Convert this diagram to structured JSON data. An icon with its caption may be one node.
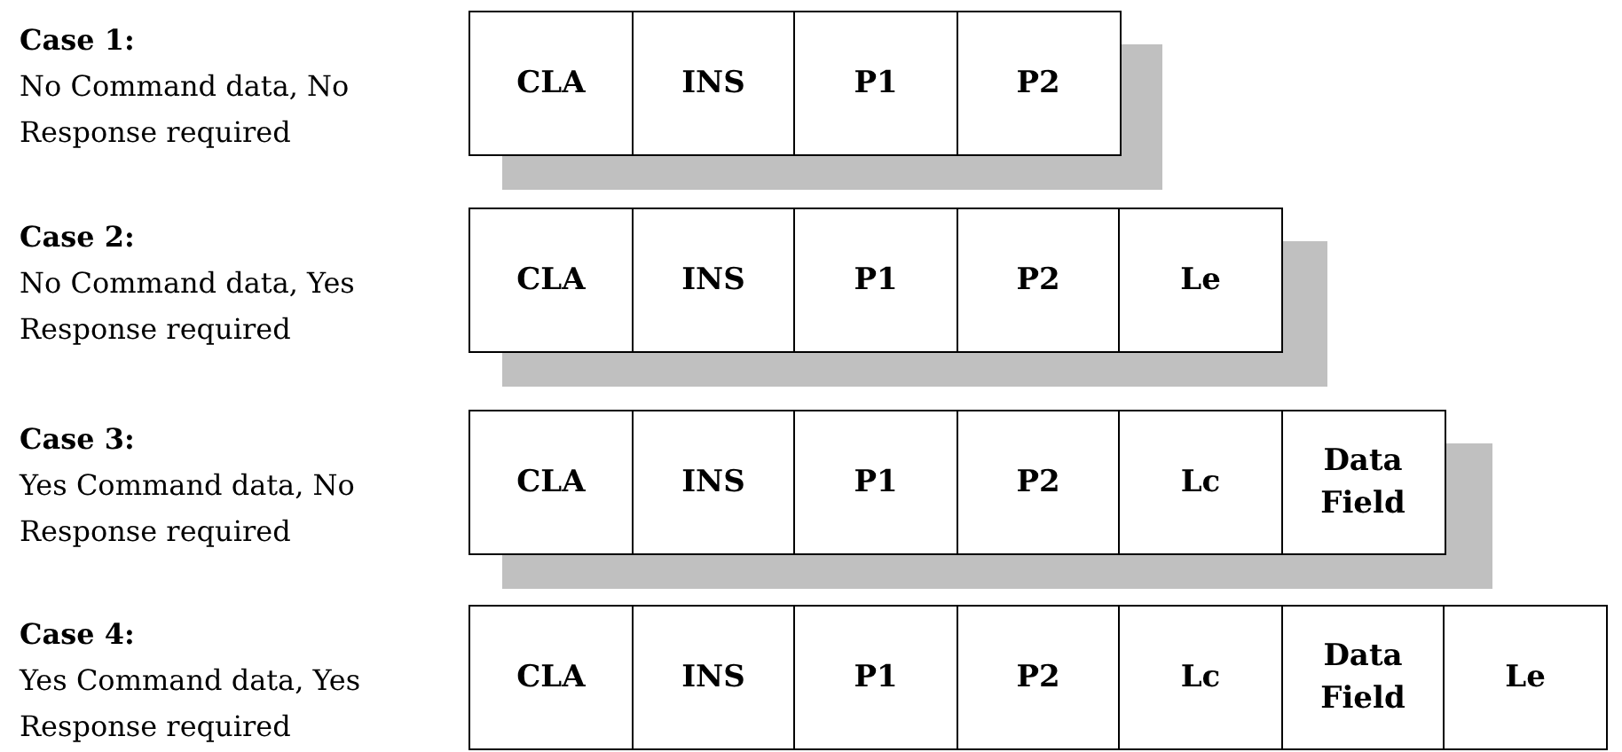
{
  "diagram": {
    "nodes": [
      {
        "text": [
          "CLA"
        ]
      },
      {
        "text": [
          "INS"
        ]
      },
      {
        "text": [
          "P1"
        ]
      },
      {
        "text": [
          "P2"
        ]
      },
      {
        "text": [
          "CLA"
        ]
      },
      {
        "text": [
          "INS"
        ]
      },
      {
        "text": [
          "P1"
        ]
      },
      {
        "text": [
          "P2"
        ]
      },
      {
        "text": [
          "Le"
        ]
      },
      {
        "text": [
          "CLA"
        ]
      },
      {
        "text": [
          "INS"
        ]
      },
      {
        "text": [
          "P1"
        ]
      },
      {
        "text": [
          "P2"
        ]
      },
      {
        "text": [
          "Lc"
        ]
      },
      {
        "text": [
          "Data Field"
        ]
      },
      {
        "text": [
          "CLA"
        ]
      },
      {
        "text": [
          "INS"
        ]
      },
      {
        "text": [
          "P1"
        ]
      },
      {
        "text": [
          "P2"
        ]
      },
      {
        "text": [
          "Lc"
        ]
      },
      {
        "text": [
          "Data Field"
        ]
      },
      {
        "text": [
          "Le"
        ]
      }
    ],
    "edges": [],
    "labels": [
      "Case 1:",
      "No Command data, No Response required",
      "Case 2:",
      "No Command data, Yes Response required",
      "Case 3:",
      "Yes Command data, No Response required",
      "Case 4:",
      "Yes Command data, Yes Response required"
    ]
  }
}
